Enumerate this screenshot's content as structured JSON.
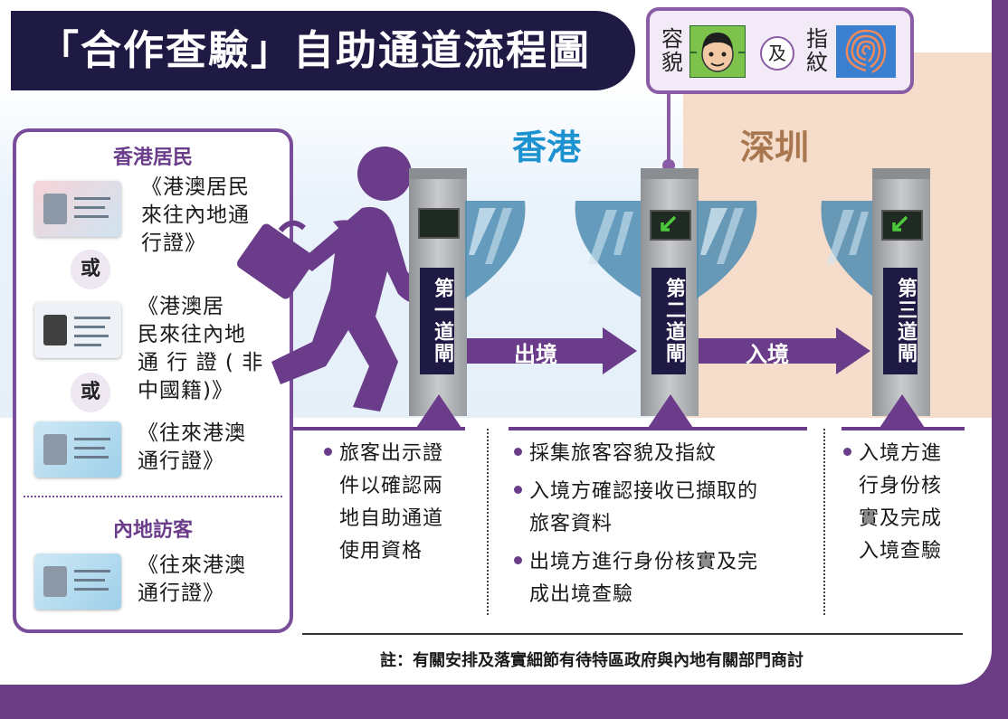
{
  "title": "「合作查驗」自助通道流程圖",
  "biometrics": {
    "face_label_1": "容",
    "face_label_2": "貌",
    "and": "及",
    "finger_label_1": "指",
    "finger_label_2": "紋"
  },
  "regions": {
    "hk": "香港",
    "sz": "深圳"
  },
  "hk_residents": {
    "heading": "香港居民",
    "doc1": [
      "《港澳居民",
      "來往內地通",
      "行證》"
    ],
    "or1": "或",
    "doc2": [
      "《港澳居",
      "民來往內地",
      "通 行 證 ( 非",
      "中國籍)》"
    ],
    "or2": "或",
    "doc3": [
      "《往來港澳",
      "通行證》"
    ]
  },
  "mainland_visitors": {
    "heading": "內地訪客",
    "doc1": [
      "《往來港澳",
      "通行證》"
    ]
  },
  "gates": {
    "gate1": "第一道閘",
    "gate2": "第二道閘",
    "gate3": "第三道閘"
  },
  "arrows": {
    "exit": "出境",
    "entry": "入境"
  },
  "steps": {
    "col1": [
      "旅客出示證",
      "件以確認兩",
      "地自助通道",
      "使用資格"
    ],
    "col2_b1": "採集旅客容貌及指紋",
    "col2_b2": [
      "入境方確認接收已擷取的",
      "旅客資料"
    ],
    "col2_b3": [
      "出境方進行身份核實及完",
      "成出境查驗"
    ],
    "col3": [
      "入境方進",
      "行身份核",
      "實及完成",
      "入境查驗"
    ]
  },
  "note": "註：有關安排及落實細節有待特區政府與內地有關部門商討",
  "colors": {
    "purple": "#6a3c8a",
    "navy": "#1e1a44",
    "hk_blue": "#1d92d0",
    "sz_brown": "#a8774f",
    "sz_bg": "#f5dccb",
    "frame": "#6b3d85"
  }
}
